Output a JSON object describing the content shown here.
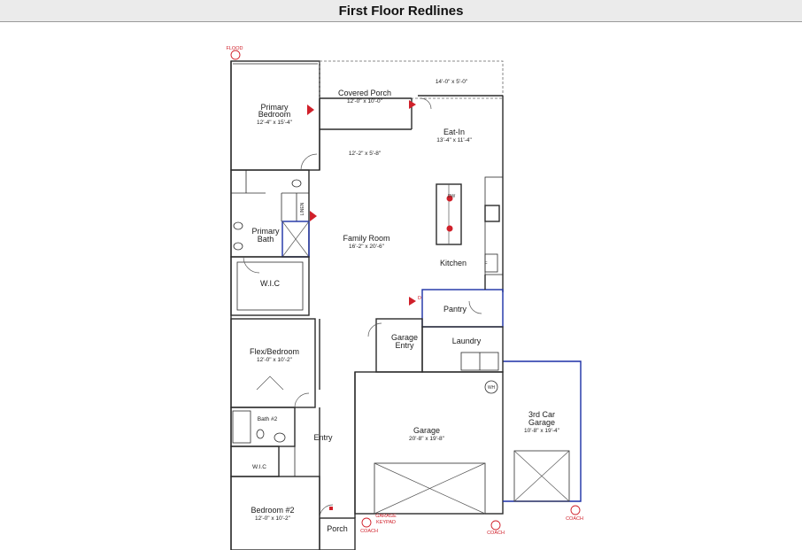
{
  "header": {
    "title": "First Floor Redlines"
  },
  "colors": {
    "wall": "#2b2b2b",
    "redline": "#d0202a",
    "blue_markup": "#1b2fa6"
  },
  "rooms": {
    "covered_porch": {
      "name": "Covered Porch",
      "dim": "12'-0\" x 10'-0\""
    },
    "porch_ext_dim": "14'-0\" x 5'-0\"",
    "primary_bedroom": {
      "name1": "Primary",
      "name2": "Bedroom",
      "dim": "12'-4\" x 15'-4\""
    },
    "eat_in": {
      "name": "Eat-In",
      "dim": "13'-4\" x 11'-4\""
    },
    "hall_dim": "12'-2\" x 5'-8\"",
    "family_room": {
      "name": "Family Room",
      "dim": "16'-2\" x 20'-6\""
    },
    "primary_bath": {
      "name1": "Primary",
      "name2": "Bath"
    },
    "kitchen": {
      "name": "Kitchen"
    },
    "wic_primary": {
      "name": "W.I.C"
    },
    "pantry": {
      "name": "Pantry"
    },
    "garage_entry": {
      "name1": "Garage",
      "name2": "Entry"
    },
    "laundry": {
      "name": "Laundry"
    },
    "flex_bedroom": {
      "name": "Flex/Bedroom",
      "dim": "12'-0\" x 10'-2\""
    },
    "garage": {
      "name": "Garage",
      "dim": "20'-8\" x 19'-8\""
    },
    "third_car_garage": {
      "name1": "3rd Car",
      "name2": "Garage",
      "dim": "10'-8\" x 19'-4\""
    },
    "bath2": {
      "name": "Bath #2"
    },
    "entry": {
      "name": "Entry"
    },
    "wic2": {
      "name": "W.I.C"
    },
    "bedroom2": {
      "name": "Bedroom #2",
      "dim": "12'-0\" x 10'-2\""
    },
    "porch": {
      "name": "Porch"
    }
  },
  "fixture_labels": {
    "dw": "DW",
    "wh": "WH",
    "f": "F",
    "linen": "LINEN"
  },
  "redline_labels": {
    "flood": "FLOOD",
    "garage_keypad1": "GARAGE",
    "garage_keypad2": "KEYPAD",
    "coach_porch": "COACH",
    "coach_garage": "COACH",
    "coach_3rd": "COACH",
    "door_tag": "D"
  }
}
